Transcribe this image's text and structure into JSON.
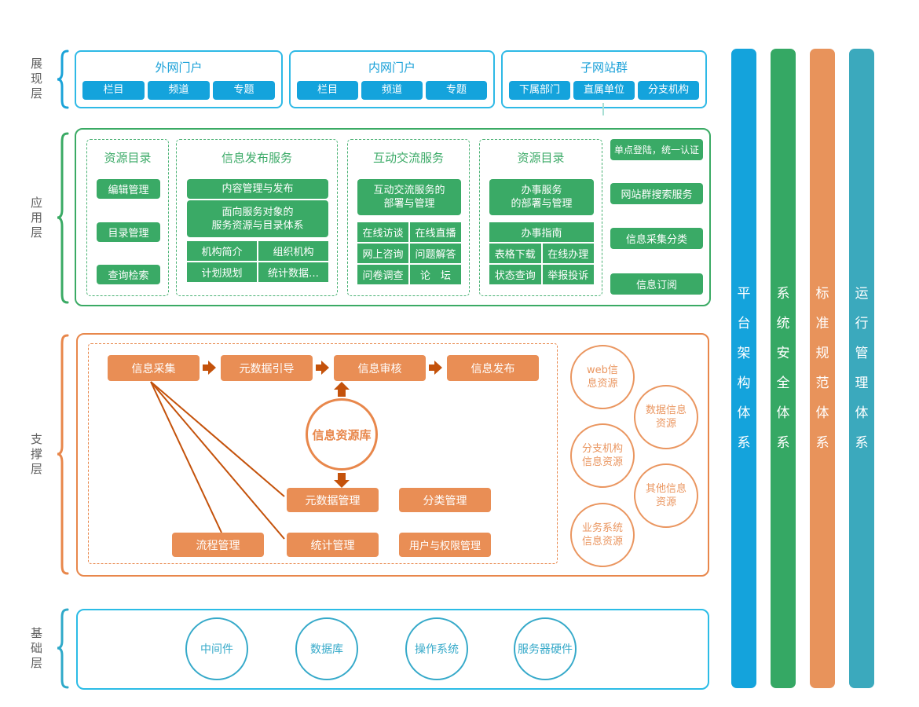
{
  "layers": {
    "presentation": "展现层",
    "application": "应用层",
    "support": "支撑层",
    "foundation": "基础层"
  },
  "presentation": {
    "portals": [
      {
        "title": "外网门户",
        "items": [
          "栏目",
          "频道",
          "专题"
        ]
      },
      {
        "title": "内网门户",
        "items": [
          "栏目",
          "频道",
          "专题"
        ]
      },
      {
        "title": "子网站群",
        "items": [
          "下属部门",
          "直属单位",
          "分支机构"
        ]
      }
    ]
  },
  "application": {
    "columns": [
      {
        "title": "资源目录",
        "buttons": [
          "编辑管理",
          "目录管理",
          "查询检索"
        ]
      },
      {
        "title": "信息发布服务",
        "bar1": "内容管理与发布",
        "bar2": "面向服务对象的\n服务资源与目录体系",
        "grid": [
          "机构简介",
          "组织机构",
          "计划规划",
          "统计数据…"
        ]
      },
      {
        "title": "互动交流服务",
        "bar": "互动交流服务的\n部署与管理",
        "grid": [
          "在线访谈",
          "在线直播",
          "网上咨询",
          "问题解答",
          "问卷调查",
          "论　坛"
        ]
      },
      {
        "title": "资源目录",
        "bar": "办事服务\n的部署与管理",
        "full_row": "办事指南",
        "grid": [
          "表格下载",
          "在线办理",
          "状态查询",
          "举报投诉"
        ]
      }
    ],
    "side_buttons": [
      "单点登陆，统一认证",
      "网站群搜索服务",
      "信息采集分类",
      "信息订阅"
    ]
  },
  "support": {
    "flow": [
      "信息采集",
      "元数据引导",
      "信息审核",
      "信息发布"
    ],
    "hub": "信息资源库",
    "mgmt": [
      "元数据管理",
      "分类管理",
      "流程管理",
      "统计管理",
      "用户与权限管理"
    ],
    "resources": [
      "web信\n息资源",
      "数据信息\n资源",
      "分支机构\n信息资源",
      "其他信息\n资源",
      "业务系统\n信息资源"
    ]
  },
  "foundation": {
    "items": [
      "中间件",
      "数据库",
      "操作系统",
      "服务器硬件"
    ]
  },
  "pillars": [
    {
      "label": "平台架构体系",
      "color": "#14a3dc"
    },
    {
      "label": "系统安全体系",
      "color": "#35a864"
    },
    {
      "label": "标准规范体系",
      "color": "#e8935b"
    },
    {
      "label": "运行管理体系",
      "color": "#3ba9bd"
    }
  ],
  "colors": {
    "blue": "#14a3dc",
    "cyan_border": "#2eb9e6",
    "green": "#3aaa66",
    "orange": "#e8874b",
    "orange_fill": "#e98e55",
    "dark_orange_connector": "#c4520b",
    "teal": "#35a9c9",
    "label_gray": "#5f5f5f"
  }
}
